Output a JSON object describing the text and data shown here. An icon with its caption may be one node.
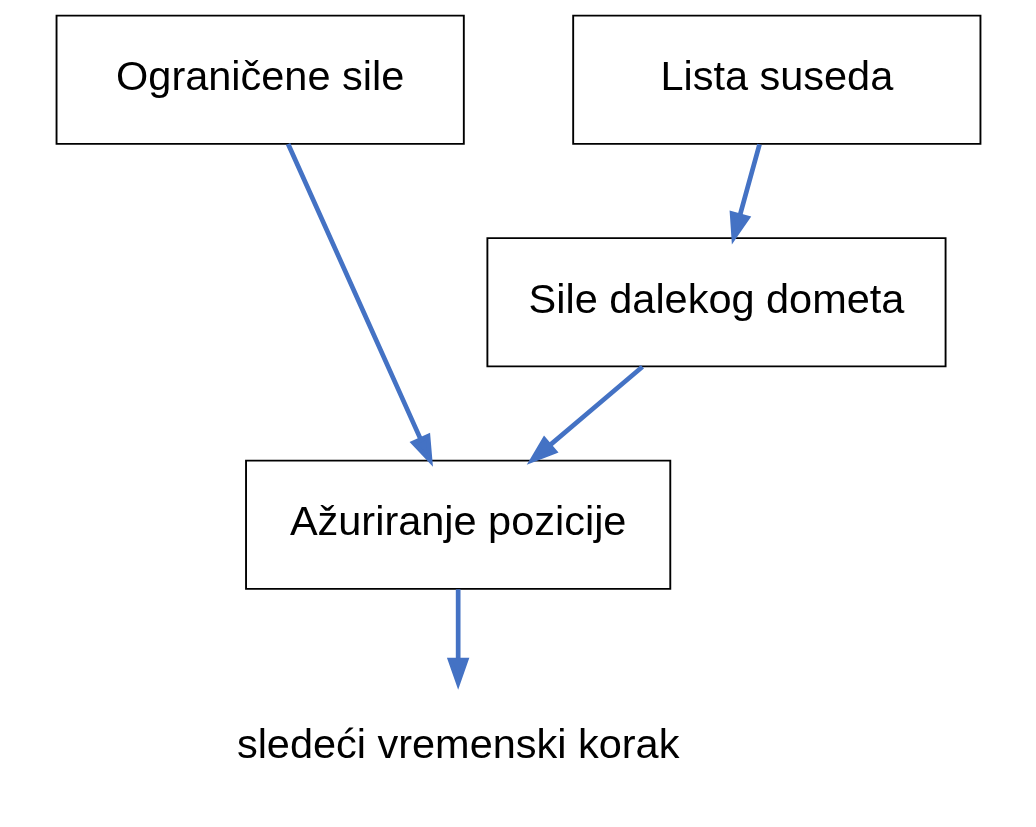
{
  "diagram": {
    "nodes": [
      {
        "text": [
          "Ograničene sile"
        ]
      },
      {
        "text": [
          "Lista suseda"
        ]
      },
      {
        "text": [
          "Sile dalekog dometa"
        ]
      },
      {
        "text": [
          "Ažuriranje pozicije"
        ]
      },
      {
        "text": [
          "sledeći vremenski korak"
        ]
      }
    ],
    "edges": [
      {
        "from": 0,
        "to": 3,
        "arrow": "to"
      },
      {
        "from": 1,
        "to": 2,
        "arrow": "to"
      },
      {
        "from": 2,
        "to": 3,
        "arrow": "to"
      },
      {
        "from": 3,
        "to": 4,
        "arrow": "to"
      }
    ]
  }
}
